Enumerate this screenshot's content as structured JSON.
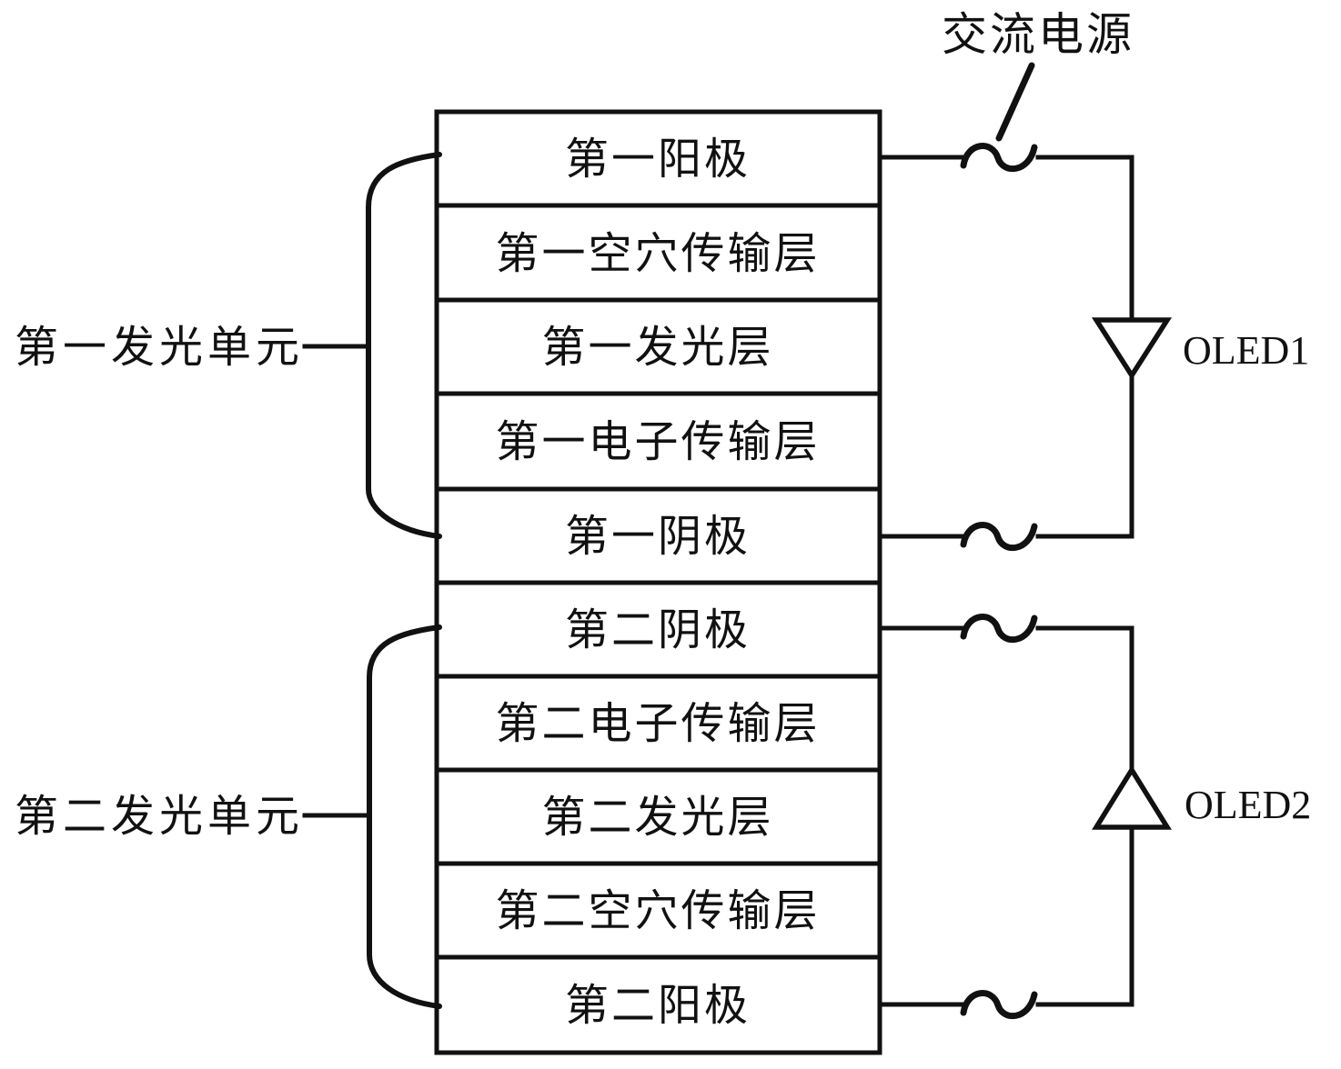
{
  "figure": {
    "stack": {
      "layers": [
        {
          "label": "第一阳极"
        },
        {
          "label": "第一空穴传输层"
        },
        {
          "label": "第一发光层"
        },
        {
          "label": "第一电子传输层"
        },
        {
          "label": "第一阴极"
        },
        {
          "label": "第二阴极"
        },
        {
          "label": "第二电子传输层"
        },
        {
          "label": "第二发光层"
        },
        {
          "label": "第二空穴传输层"
        },
        {
          "label": "第二阳极"
        }
      ]
    },
    "left_labels": {
      "unit1": "第一发光单元",
      "unit2": "第二发光单元"
    },
    "power_source_label": "交流电源",
    "devices": {
      "oled1": "OLED1",
      "oled2": "OLED2"
    },
    "colors": {
      "ink": "#111111",
      "background": "#ffffff"
    }
  }
}
